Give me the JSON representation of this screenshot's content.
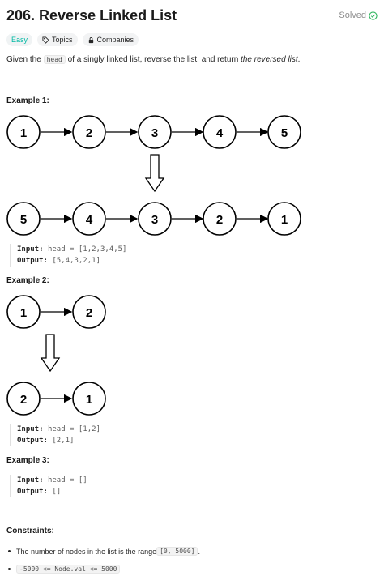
{
  "problem": {
    "title": "206. Reverse Linked List",
    "status": "Solved",
    "tags": {
      "difficulty": "Easy",
      "topics": "Topics",
      "companies": "Companies"
    },
    "description": {
      "part1": "Given the ",
      "code": "head",
      "part2": " of a singly linked list, reverse the list, and return ",
      "emph": "the reversed list",
      "part3": "."
    }
  },
  "examples": [
    {
      "title": "Example 1:",
      "before": [
        "1",
        "2",
        "3",
        "4",
        "5"
      ],
      "after": [
        "5",
        "4",
        "3",
        "2",
        "1"
      ],
      "input_label": "Input:",
      "input_value": "head = [1,2,3,4,5]",
      "output_label": "Output:",
      "output_value": "[5,4,3,2,1]"
    },
    {
      "title": "Example 2:",
      "before": [
        "1",
        "2"
      ],
      "after": [
        "2",
        "1"
      ],
      "input_label": "Input:",
      "input_value": "head = [1,2]",
      "output_label": "Output:",
      "output_value": "[2,1]"
    },
    {
      "title": "Example 3:",
      "input_label": "Input:",
      "input_value": "head = []",
      "output_label": "Output:",
      "output_value": "[]"
    }
  ],
  "constraints": {
    "title": "Constraints:",
    "item1_text": "The number of nodes in the list is the range ",
    "item1_code": "[0, 5000]",
    "item1_end": ".",
    "item2_code": "-5000 <= Node.val <= 5000"
  },
  "colors": {
    "easy": "#00b8a3",
    "solved": "#2db55d",
    "text": "#262626"
  }
}
